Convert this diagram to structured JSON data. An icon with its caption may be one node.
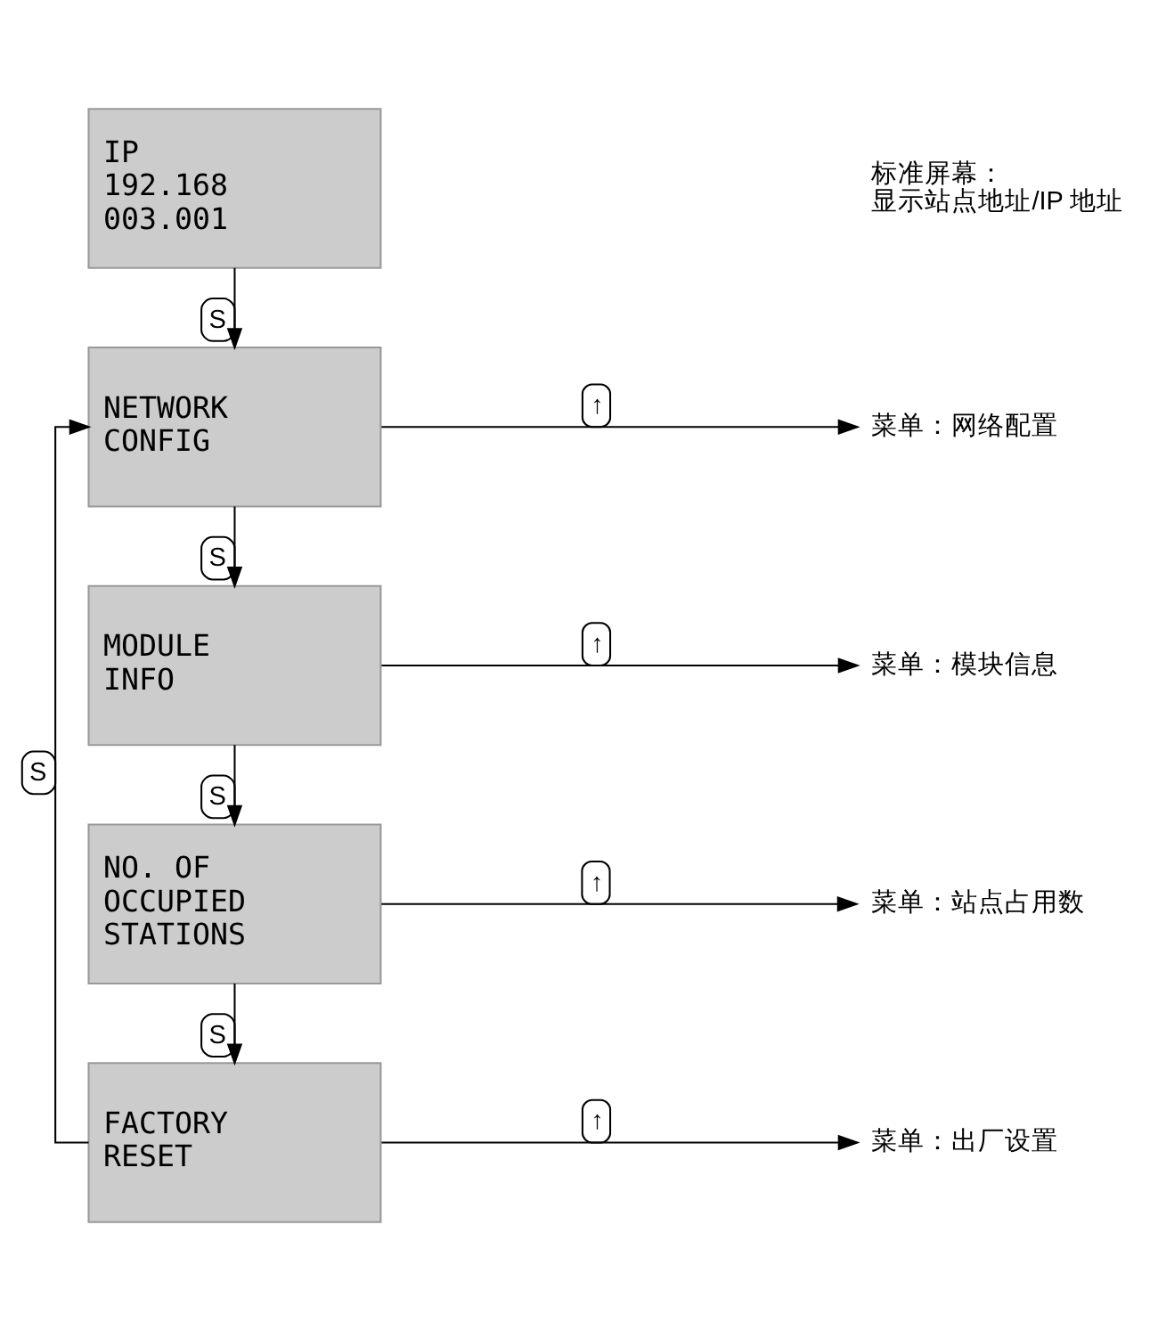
{
  "diagram": {
    "nodes": [
      {
        "text": [
          "IP 192.168 003.001"
        ],
        "beside": [
          "标准屏幕：",
          "显示站点地址/IP 地址"
        ]
      },
      {
        "text": [
          "NETWORK CONFIG"
        ]
      },
      {
        "text": [
          "菜单：网络配置"
        ]
      },
      {
        "text": [
          "MODULE INFO"
        ]
      },
      {
        "text": [
          "菜单：模块信息"
        ]
      },
      {
        "text": [
          "NO. OF OCCUPIED STATIONS"
        ]
      },
      {
        "text": [
          "菜单：站点占用数"
        ]
      },
      {
        "text": [
          "FACTORY RESET"
        ]
      },
      {
        "text": [
          "菜单：出厂设置"
        ]
      }
    ],
    "edges": [
      {
        "from": 0,
        "to": 1,
        "arrow": "to",
        "label": "S"
      },
      {
        "from": 1,
        "to": 2,
        "arrow": "to",
        "label": "↑"
      },
      {
        "from": 1,
        "to": 3,
        "arrow": "to",
        "label": "S"
      },
      {
        "from": 3,
        "to": 4,
        "arrow": "to",
        "label": "↑"
      },
      {
        "from": 3,
        "to": 5,
        "arrow": "to",
        "label": "S"
      },
      {
        "from": 5,
        "to": 6,
        "arrow": "to",
        "label": "↑"
      },
      {
        "from": 5,
        "to": 7,
        "arrow": "to",
        "label": "S"
      },
      {
        "from": 7,
        "to": 8,
        "arrow": "to",
        "label": "↑"
      },
      {
        "from": 7,
        "to": 1,
        "arrow": "to",
        "label": "S"
      }
    ]
  }
}
